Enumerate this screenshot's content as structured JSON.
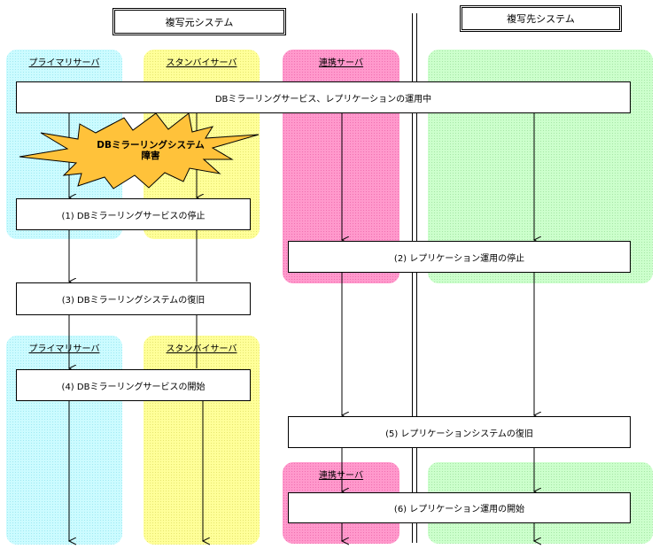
{
  "systems": {
    "source": "複写元システム",
    "target": "複写先システム"
  },
  "lanes": {
    "primary": "プライマリサーバ",
    "standby": "スタンバイサーバ",
    "link": "連携サーバ"
  },
  "steps": {
    "running": "DBミラーリングサービス、レプリケーションの運用中",
    "fault_line1": "DBミラーリングシステム",
    "fault_line2": "障害",
    "s1": "(1) DBミラーリングサービスの停止",
    "s2": "(2) レプリケーション運用の停止",
    "s3": "(3) DBミラーリングシステムの復旧",
    "s4": "(4) DBミラーリングサービスの開始",
    "s5": "(5) レプリケーションシステムの復旧",
    "s6": "(6) レプリケーション運用の開始"
  },
  "colors": {
    "primary_lane": "#ccfbff",
    "standby_lane": "#ffff99",
    "link_lane": "#ff99cc",
    "target_lane": "#ccffcc",
    "fault_burst": "#ffc23a"
  }
}
